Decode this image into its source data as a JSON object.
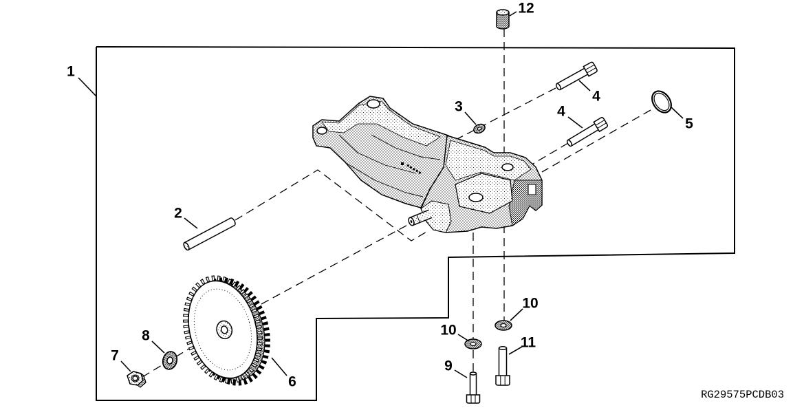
{
  "callouts": [
    "1",
    "12",
    "3",
    "4",
    "4",
    "5",
    "2",
    "8",
    "7",
    "6",
    "10",
    "10",
    "9",
    "11"
  ],
  "figure_code": "RG29575PCDB03"
}
